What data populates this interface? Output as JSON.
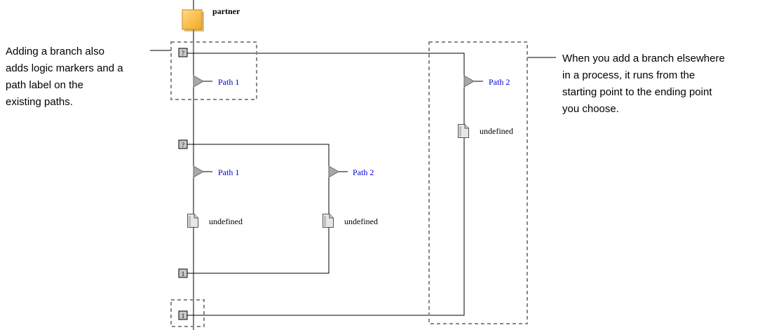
{
  "process": {
    "title": "partner"
  },
  "markers": {
    "decision": "?",
    "join": "1"
  },
  "outer_branch": {
    "path1_label": "Path 1",
    "path2_label": "Path 2",
    "path2_doc_label": "undefined"
  },
  "inner_branch": {
    "path1_label": "Path 1",
    "path2_label": "Path 2",
    "path1_doc_label": "undefined",
    "path2_doc_label": "undefined"
  },
  "callouts": {
    "left_lines": [
      "Adding a branch also",
      "adds logic markers and a",
      "path label on the",
      "existing paths."
    ],
    "right_lines": [
      "When you add a branch elsewhere",
      "in a process, it runs from the",
      "starting point to the ending point",
      "you choose."
    ]
  },
  "colors": {
    "path_label": "#0000cc",
    "task_box": "#f7b733",
    "marker_fill": "#c8c8c8",
    "flag_fill": "#a8a8a8",
    "dashed_box": "#888888"
  },
  "icons": {
    "task": "task-box-icon",
    "decision_marker": "decision-marker-icon",
    "join_marker": "join-marker-icon",
    "path_flag": "path-flag-icon",
    "document": "document-icon"
  }
}
